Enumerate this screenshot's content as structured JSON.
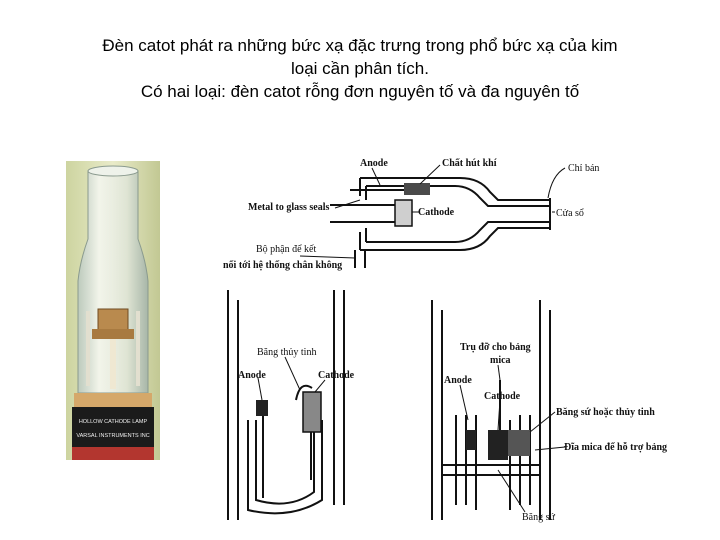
{
  "title": {
    "line1": "Đèn catot phát ra những bức xạ đặc trưng trong phổ bức xạ của kim",
    "line2": "loại cần phân tích.",
    "line3": "Có hai loại: đèn catot rỗng đơn nguyên tố và đa nguyên tố"
  },
  "photo": {
    "band_text_1": "HOLLOW CATHODE LAMP",
    "band_text_2": "VARSAL INSTRUMENTS INC"
  },
  "top_diagram": {
    "anode": "Anode",
    "getter": "Chất hút khí",
    "glass_body": "Chỉ bán",
    "metal_seals": "Metal to glass seals",
    "cathode": "Cathode",
    "window": "Cửa sổ",
    "vacuum_line1": "Bộ phận để kết",
    "vacuum_line2": "nối tới hệ thống chân không"
  },
  "left_diagram": {
    "glass_tape": "Băng thủy tinh",
    "anode": "Anode",
    "cathode": "Cathode"
  },
  "right_diagram": {
    "support_line1": "Trụ đỡ cho bảng",
    "support_line2": "mica",
    "anode": "Anode",
    "cathode": "Cathode",
    "ceramic_glass": "Băng sứ hoặc thủy tinh",
    "mica_disk": "Đĩa mica để hỗ trợ bảng",
    "ceramic": "Băng sứ"
  }
}
